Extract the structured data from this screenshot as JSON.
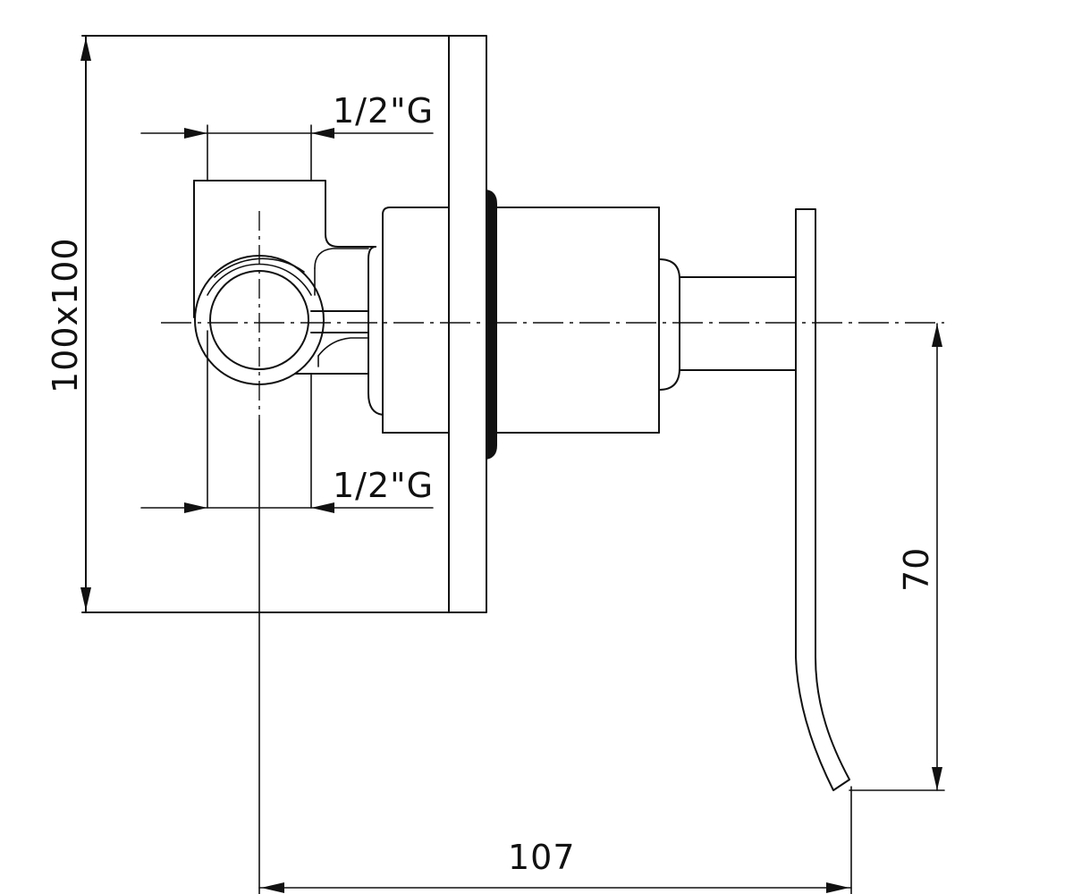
{
  "dimensions": {
    "plate_size": "100x100",
    "connection_top": "1/2\"G",
    "connection_bottom": "1/2\"G",
    "lever_drop": "70",
    "overall_depth": "107"
  },
  "colors": {
    "line": "#111111",
    "background": "#ffffff"
  }
}
